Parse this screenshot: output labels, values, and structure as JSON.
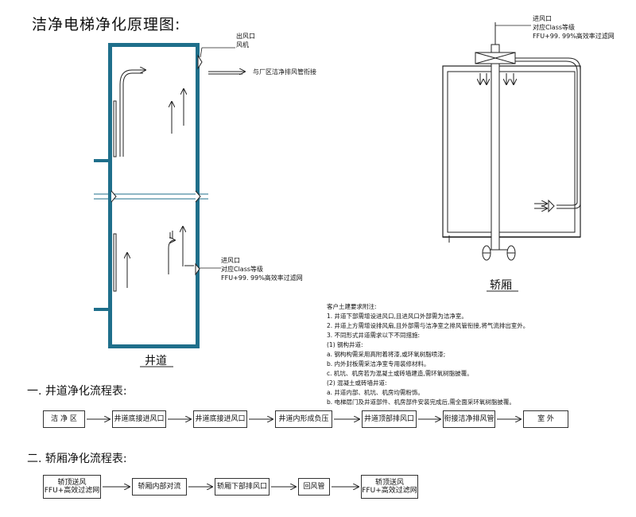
{
  "title": "洁净电梯净化原理图:",
  "shaft": {
    "outlet_label_1": "出风口",
    "outlet_label_2": "风机",
    "connect_label": "与厂区洁净排风管衔接",
    "inlet_label_1": "进风口",
    "inlet_label_2": "对应Class等级",
    "inlet_label_3": "FFU+99. 99%高效率过滤网",
    "caption": "井道"
  },
  "car": {
    "inlet_label_1": "进风口",
    "inlet_label_2": "对应Class等级",
    "inlet_label_3": "FFU+99. 99%高效率过滤网",
    "caption": "轿厢"
  },
  "notes": [
    "客户土建要求附注:",
    "1.  井道下部需增设进风口,且进风口外部需为洁净室。",
    "2.  井道上方需增设排风扇,且外部需与洁净室之排风管衔接,将气流排出室外。",
    "3.  不同形式井道需求以下不同措施:",
    "(1) 钢构井道:",
    "a.  钢构构需采用高附着将漆,或环氧树脂喷漆;",
    "b.  内外封板需采洁净室专用装修材料。",
    "c.  机坑、机房若为混凝土或砖墙建造,需环氧树脂披覆。",
    "(2) 混凝土或砖墙井道:",
    "a.  井道内部、机坑、机房均需粉饰。",
    "b.  电梯层门及井道部件、机房部件安装完成后,需全面采环氧树脂披覆。"
  ],
  "flow1": {
    "heading": "一. 井道净化流程表:",
    "steps": [
      "洁 净 区",
      "井道底接进风口",
      "井道底接进风口",
      "井道内形成负压",
      "井道顶部排风口",
      "衔接洁净排风管",
      "室    外"
    ]
  },
  "flow2": {
    "heading": "二. 轿厢净化流程表:",
    "steps": [
      "轿顶送风\nFFU+高效过滤网",
      "轿厢内部对流",
      "轿厢下部排风口",
      "回风管",
      "轿顶送风\nFFU+高效过滤网"
    ]
  },
  "colors": {
    "wall": "#1f6f8b",
    "line": "#222222"
  }
}
